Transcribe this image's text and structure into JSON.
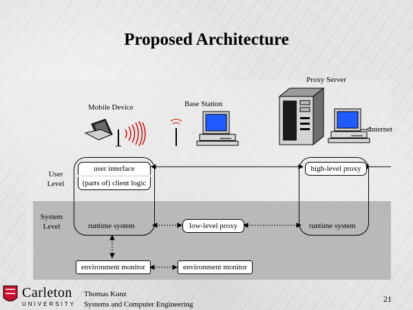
{
  "slide": {
    "title": "Proposed Architecture",
    "page_number": "21"
  },
  "diagram": {
    "labels": {
      "proxy_server": "Proxy Server",
      "mobile_device": "Mobile Device",
      "base_station": "Base Station",
      "internet": "Internet",
      "user_level": "User Level",
      "system_level": "System Level"
    },
    "components": {
      "user_interface": "user interface",
      "client_logic": "(parts of) client logic",
      "high_level_proxy": "high-level proxy",
      "runtime_system_mobile": "runtime system",
      "low_level_proxy": "low-level proxy",
      "runtime_system_proxy": "runtime system",
      "environment_monitor_mobile": "environment monitor",
      "environment_monitor_base": "environment monitor"
    }
  },
  "footer": {
    "university_name": "Carleton",
    "university_sub": "UNIVERSITY",
    "author": "Thomas Kunz",
    "department": "Systems and Computer Engineering"
  },
  "colors": {
    "gray_band": "#b9b9b9",
    "screen_blue": "#1f5bff",
    "logo_red": "#c8102e"
  }
}
